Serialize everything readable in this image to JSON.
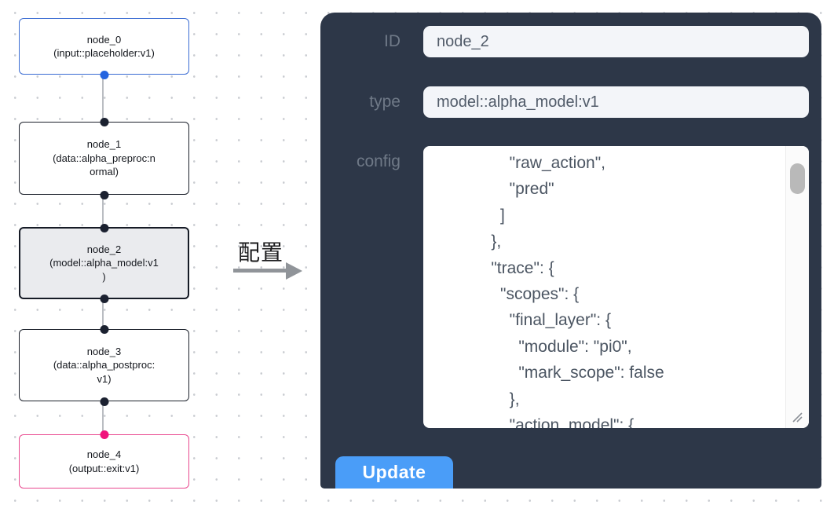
{
  "flow": {
    "grid_dot_color": "#c9ccd1",
    "edge_color": "#babdc2",
    "nodes": [
      {
        "title": "node_0",
        "subtitle": [
          "(input::placeholder:v1)"
        ],
        "border_color": "#3a6cd3",
        "bg": "#ffffff",
        "bottom_dot": "#2565e0"
      },
      {
        "title": "node_1",
        "subtitle": [
          "(data::alpha_preproc:n",
          "ormal)"
        ],
        "border_color": "#1c212b",
        "bg": "#ffffff",
        "top_dot": "#1b2130",
        "bottom_dot": "#1b2130"
      },
      {
        "title": "node_2",
        "subtitle": [
          "(model::alpha_model:v1",
          ")"
        ],
        "border_color": "#161b26",
        "bg": "#eaebee",
        "top_dot": "#1b2130",
        "bottom_dot": "#1b2130",
        "selected": true
      },
      {
        "title": "node_3",
        "subtitle": [
          "(data::alpha_postproc:",
          "v1)"
        ],
        "border_color": "#1c212b",
        "bg": "#ffffff",
        "top_dot": "#1b2130",
        "bottom_dot": "#1b2130"
      },
      {
        "title": "node_4",
        "subtitle": [
          "(output::exit:v1)"
        ],
        "border_color": "#e9498f",
        "bg": "#ffffff",
        "top_dot": "#f0137c"
      }
    ]
  },
  "transition": {
    "label": "配置",
    "text_color": "#1c1c1e",
    "arrow_color": "#909499"
  },
  "panel": {
    "bg": "#2d3748",
    "label_color": "#6f7987",
    "fields": [
      {
        "label": "ID",
        "value": "node_2"
      },
      {
        "label": "type",
        "value": "model::alpha_model:v1"
      }
    ],
    "config": {
      "label": "config",
      "lines": [
        "              \"raw_action\",",
        "              \"pred\"",
        "            ]",
        "          },",
        "          \"trace\": {",
        "            \"scopes\": {",
        "              \"final_layer\": {",
        "                \"module\": \"pi0\",",
        "                \"mark_scope\": false",
        "              },",
        "              \"action_model\": {"
      ]
    },
    "update_button": {
      "label": "Update",
      "bg": "#4a9df8",
      "text_color": "#ffffff"
    }
  }
}
